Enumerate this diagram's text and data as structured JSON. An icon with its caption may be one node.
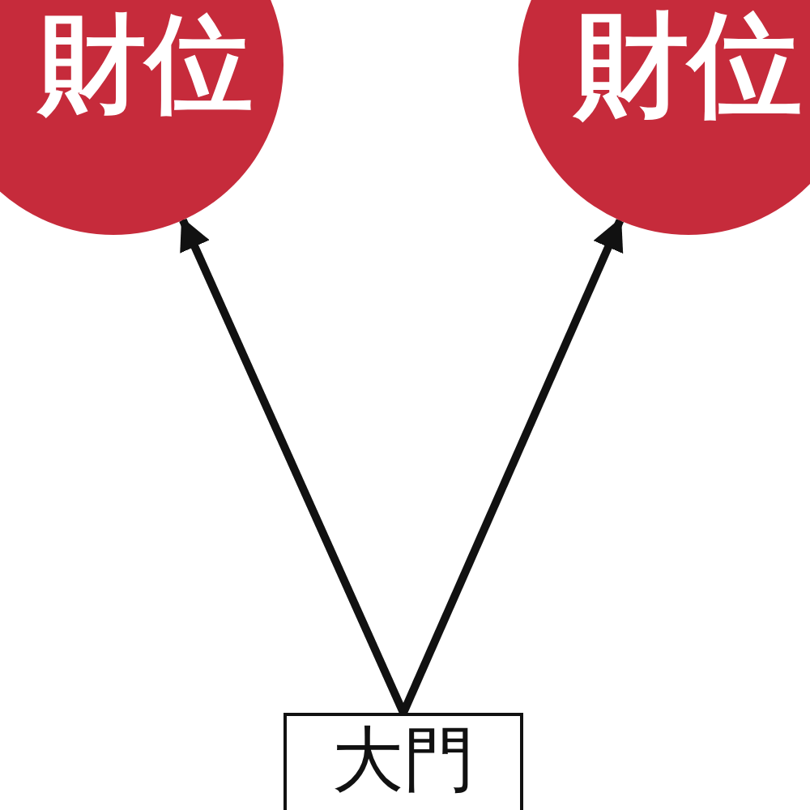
{
  "diagram": {
    "nodes": [
      {
        "text": [
          "財位"
        ]
      },
      {
        "text": [
          "財位"
        ]
      },
      {
        "text": [
          "大門"
        ]
      }
    ],
    "edges": [
      {
        "from": 2,
        "to": 0,
        "arrow": "to"
      },
      {
        "from": 2,
        "to": 1,
        "arrow": "to"
      }
    ]
  }
}
